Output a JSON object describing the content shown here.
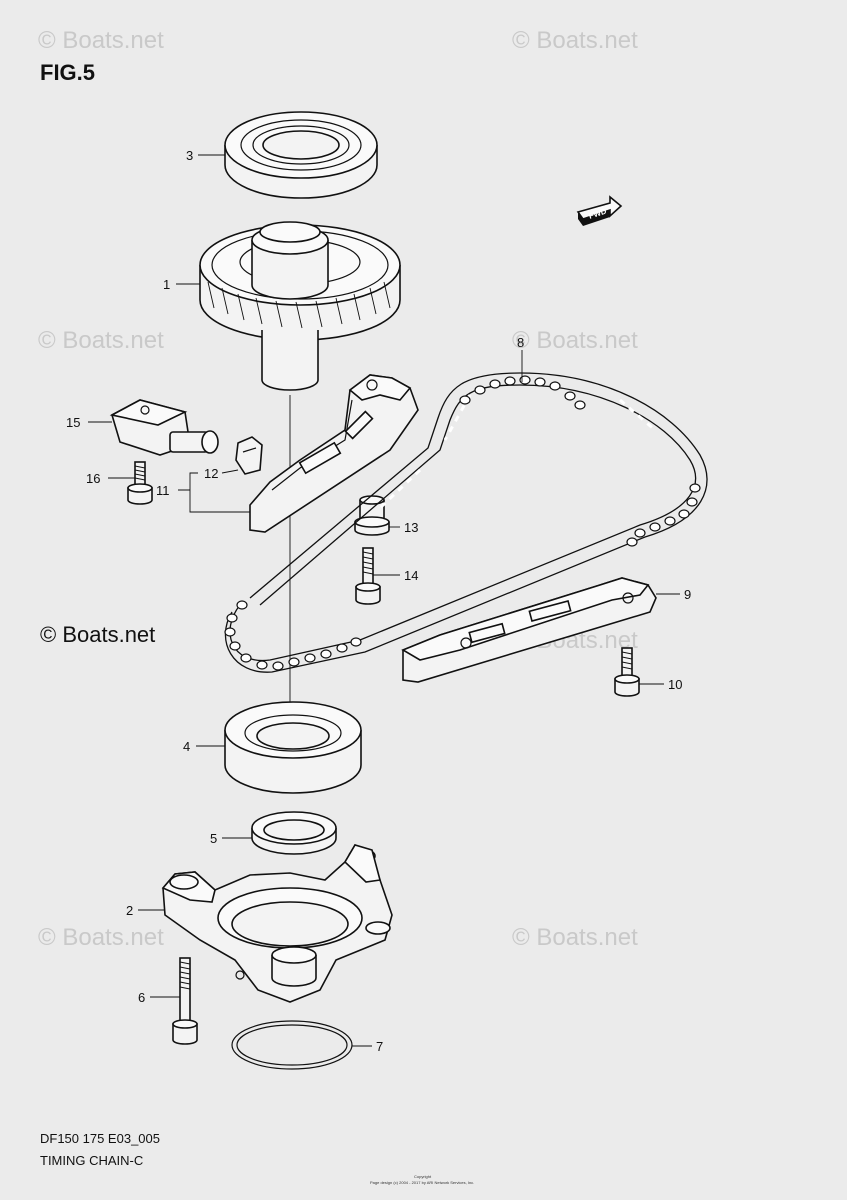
{
  "figure_label": "FIG.5",
  "watermark": "© Boats.net",
  "watermark_main": "© Boats.net",
  "fwd_label": "FWD",
  "model_code": "DF150 175 E03_005",
  "section_title": "TIMING CHAIN-C",
  "copyright_line1": "Copyright",
  "copyright_line2": "Page design (c) 2004 - 2017 by ARI Network Services, Inc.",
  "callouts": [
    "1",
    "2",
    "3",
    "4",
    "5",
    "6",
    "7",
    "8",
    "9",
    "10",
    "11",
    "12",
    "13",
    "14",
    "15",
    "16"
  ]
}
